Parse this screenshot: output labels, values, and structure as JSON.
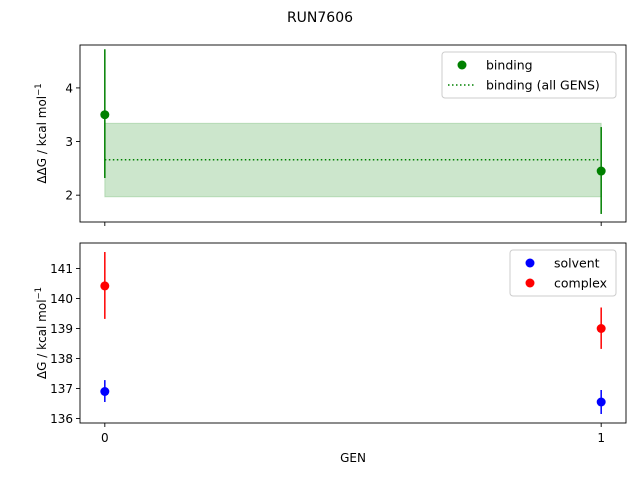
{
  "figure": {
    "title": "RUN7606"
  },
  "chart_data": [
    {
      "type": "scatter",
      "panel": "top",
      "ylabel_main": "ΔΔG / kcal mol",
      "ylabel_sup": "−1",
      "ylim": [
        1.5,
        4.8
      ],
      "yticks": [
        2,
        3,
        4
      ],
      "xlim": [
        -0.05,
        1.05
      ],
      "xticks": [
        0,
        1
      ],
      "grid": false,
      "legend_position": "top-right",
      "series": [
        {
          "name": "binding",
          "color": "#008000",
          "marker": "circle",
          "points": [
            {
              "x": 0,
              "y": 3.5,
              "err_low": 2.32,
              "err_high": 4.72
            },
            {
              "x": 1,
              "y": 2.45,
              "err_low": 1.65,
              "err_high": 3.27
            }
          ]
        },
        {
          "name": "binding (all GENS)",
          "color": "#008000",
          "style": "dotted-line",
          "y": 2.66,
          "band": [
            1.97,
            3.34
          ],
          "x_range": [
            0,
            1
          ]
        }
      ]
    },
    {
      "type": "scatter",
      "panel": "bottom",
      "ylabel_main": "ΔG / kcal mol",
      "ylabel_sup": "−1",
      "xlabel": "GEN",
      "ylim": [
        135.85,
        141.85
      ],
      "yticks": [
        136,
        137,
        138,
        139,
        140,
        141
      ],
      "xlim": [
        -0.05,
        1.05
      ],
      "xticks": [
        0,
        1
      ],
      "grid": false,
      "legend_position": "top-right",
      "series": [
        {
          "name": "solvent",
          "color": "#0000ff",
          "marker": "circle",
          "points": [
            {
              "x": 0,
              "y": 136.9,
              "err_low": 136.55,
              "err_high": 137.28
            },
            {
              "x": 1,
              "y": 136.55,
              "err_low": 136.15,
              "err_high": 136.95
            }
          ]
        },
        {
          "name": "complex",
          "color": "#ff0000",
          "marker": "circle",
          "points": [
            {
              "x": 0,
              "y": 140.42,
              "err_low": 139.32,
              "err_high": 141.55
            },
            {
              "x": 1,
              "y": 139.0,
              "err_low": 138.32,
              "err_high": 139.7
            }
          ]
        }
      ]
    }
  ]
}
